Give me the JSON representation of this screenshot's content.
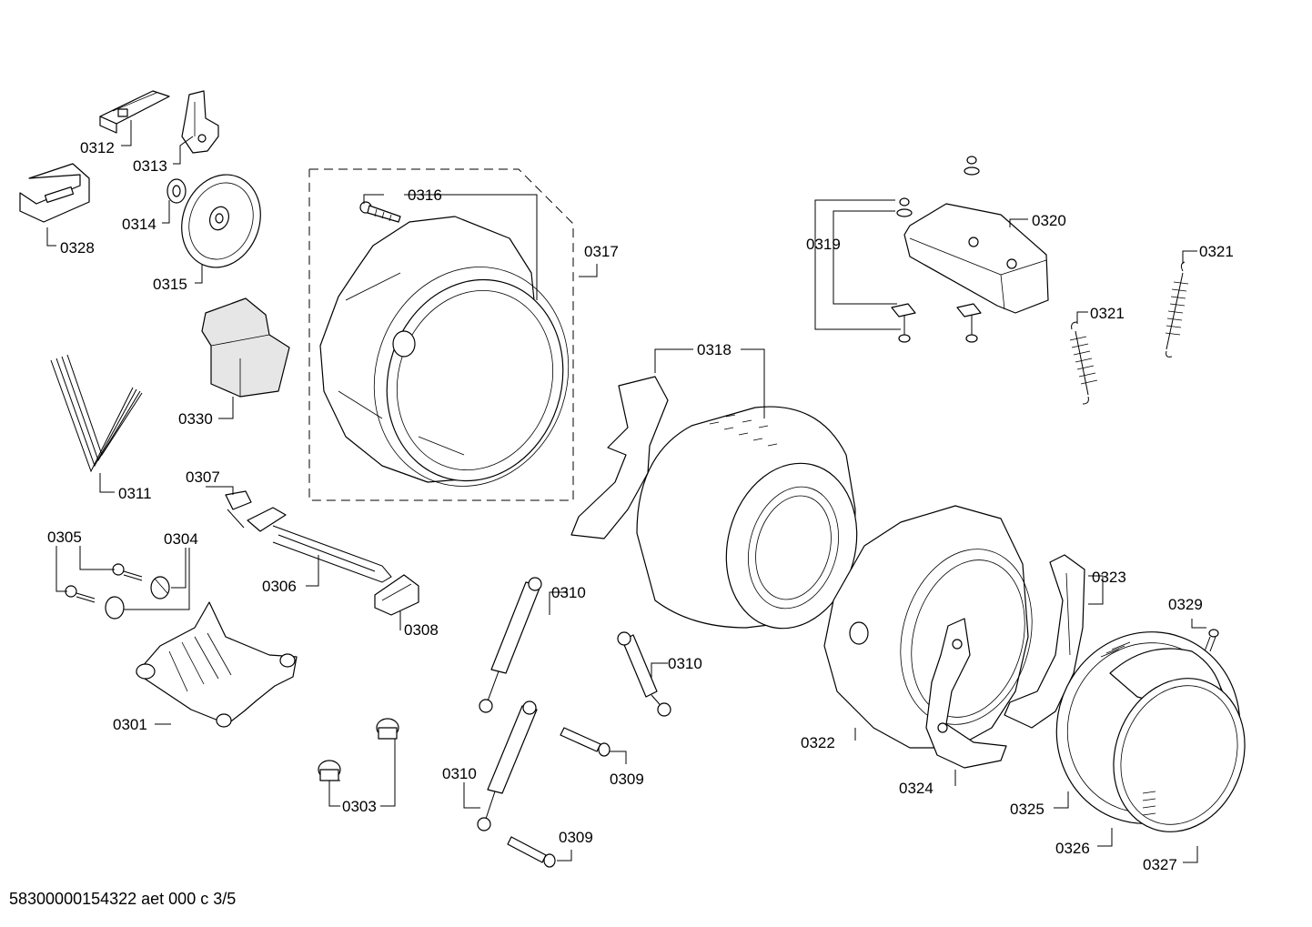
{
  "footer_text": "58300000154322 aet 000 c 3/5",
  "labels": {
    "p0301": "0301",
    "p0303": "0303",
    "p0304": "0304",
    "p0305": "0305",
    "p0306": "0306",
    "p0307": "0307",
    "p0308": "0308",
    "p0309a": "0309",
    "p0309b": "0309",
    "p0310a": "0310",
    "p0310b": "0310",
    "p0310c": "0310",
    "p0311": "0311",
    "p0312": "0312",
    "p0313": "0313",
    "p0314": "0314",
    "p0315": "0315",
    "p0316": "0316",
    "p0317": "0317",
    "p0318": "0318",
    "p0319": "0319",
    "p0320": "0320",
    "p0321a": "0321",
    "p0321b": "0321",
    "p0322": "0322",
    "p0323": "0323",
    "p0324": "0324",
    "p0325": "0325",
    "p0326": "0326",
    "p0327": "0327",
    "p0328": "0328",
    "p0329": "0329",
    "p0330": "0330"
  }
}
